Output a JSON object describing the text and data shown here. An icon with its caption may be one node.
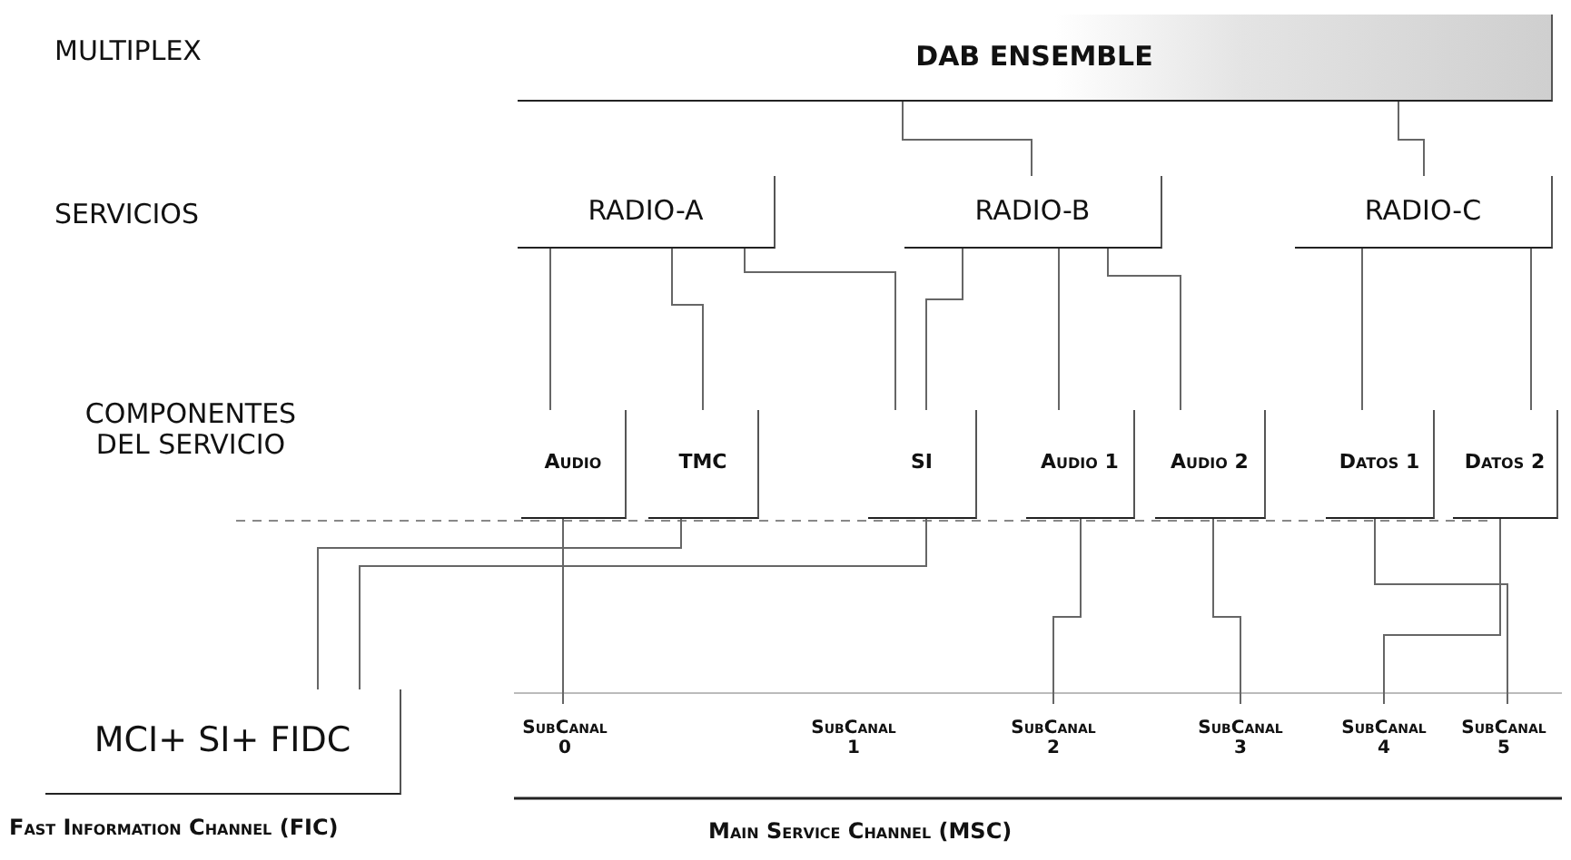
{
  "diagram": {
    "nodes": [
      {
        "text": [
          "DAB ENSEMBLE"
        ]
      },
      {
        "text": [
          "RADIO-A"
        ]
      },
      {
        "text": [
          "RADIO-B"
        ]
      },
      {
        "text": [
          "RADIO-C"
        ]
      },
      {
        "text": [
          "Audio"
        ]
      },
      {
        "text": [
          "TMC"
        ]
      },
      {
        "text": [
          "SI"
        ]
      },
      {
        "text": [
          "Audio 1"
        ]
      },
      {
        "text": [
          "Audio 2"
        ]
      },
      {
        "text": [
          "Datos 1"
        ]
      },
      {
        "text": [
          "Datos 2"
        ]
      },
      {
        "text": [
          "MCI+ SI+ FIDC"
        ]
      },
      {
        "text": [
          "SubCanal 0"
        ]
      },
      {
        "text": [
          "SubCanal 1"
        ]
      },
      {
        "text": [
          "SubCanal 2"
        ]
      },
      {
        "text": [
          "SubCanal 3"
        ]
      },
      {
        "text": [
          "SubCanal 4"
        ]
      },
      {
        "text": [
          "SubCanal 5"
        ]
      }
    ],
    "edges": [
      {
        "from": 0,
        "to": 2,
        "arrow": "none"
      },
      {
        "from": 0,
        "to": 3,
        "arrow": "none"
      },
      {
        "from": 1,
        "to": 4,
        "arrow": "none"
      },
      {
        "from": 1,
        "to": 5,
        "arrow": "none"
      },
      {
        "from": 1,
        "to": 6,
        "arrow": "none"
      },
      {
        "from": 2,
        "to": 6,
        "arrow": "none"
      },
      {
        "from": 2,
        "to": 7,
        "arrow": "none"
      },
      {
        "from": 2,
        "to": 8,
        "arrow": "none"
      },
      {
        "from": 3,
        "to": 9,
        "arrow": "none"
      },
      {
        "from": 3,
        "to": 10,
        "arrow": "none"
      },
      {
        "from": 4,
        "to": 12,
        "arrow": "none"
      },
      {
        "from": 5,
        "to": 11,
        "arrow": "none"
      },
      {
        "from": 6,
        "to": 11,
        "arrow": "none"
      },
      {
        "from": 7,
        "to": 14,
        "arrow": "none"
      },
      {
        "from": 8,
        "to": 15,
        "arrow": "none"
      },
      {
        "from": 10,
        "to": 16,
        "arrow": "none"
      },
      {
        "from": 9,
        "to": 17,
        "arrow": "none"
      }
    ],
    "labels": [
      "MULTIPLEX",
      "SERVICIOS",
      "COMPONENTES DEL SERVICIO",
      "Fast Information Channel (FIC)",
      "Main Service Channel (MSC)"
    ]
  }
}
